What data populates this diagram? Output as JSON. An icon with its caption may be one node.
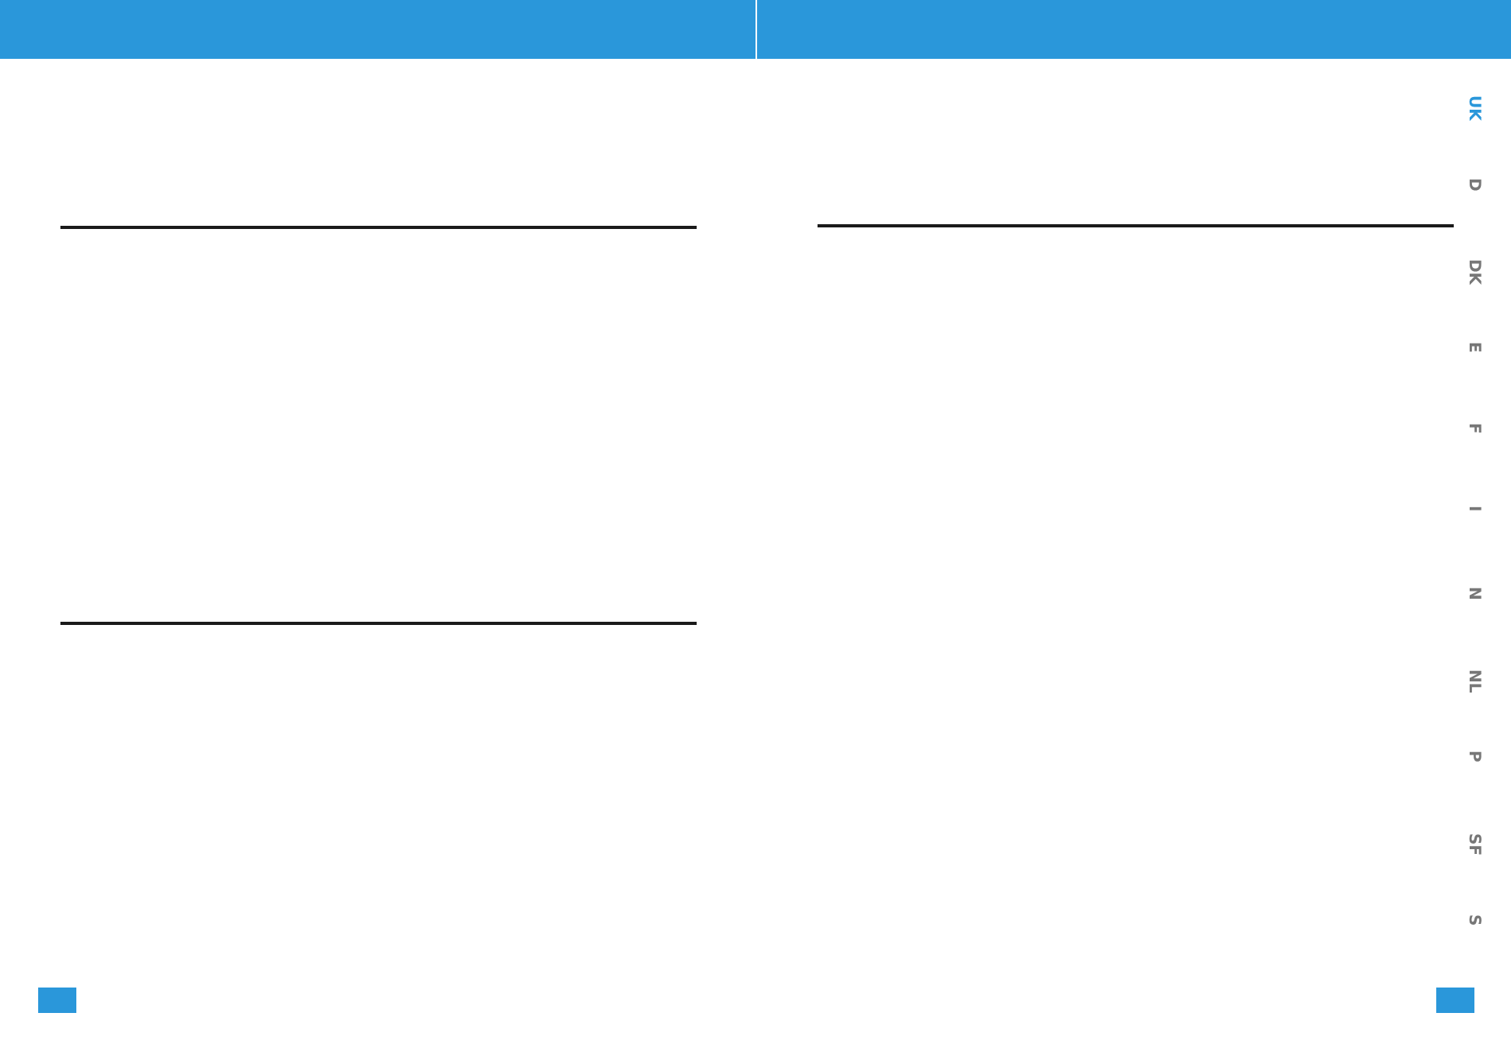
{
  "diagram": {
    "labels": [
      "UK",
      "D",
      "DK",
      "E",
      "F",
      "I",
      "N",
      "NL",
      "P",
      "SF",
      "S"
    ]
  }
}
